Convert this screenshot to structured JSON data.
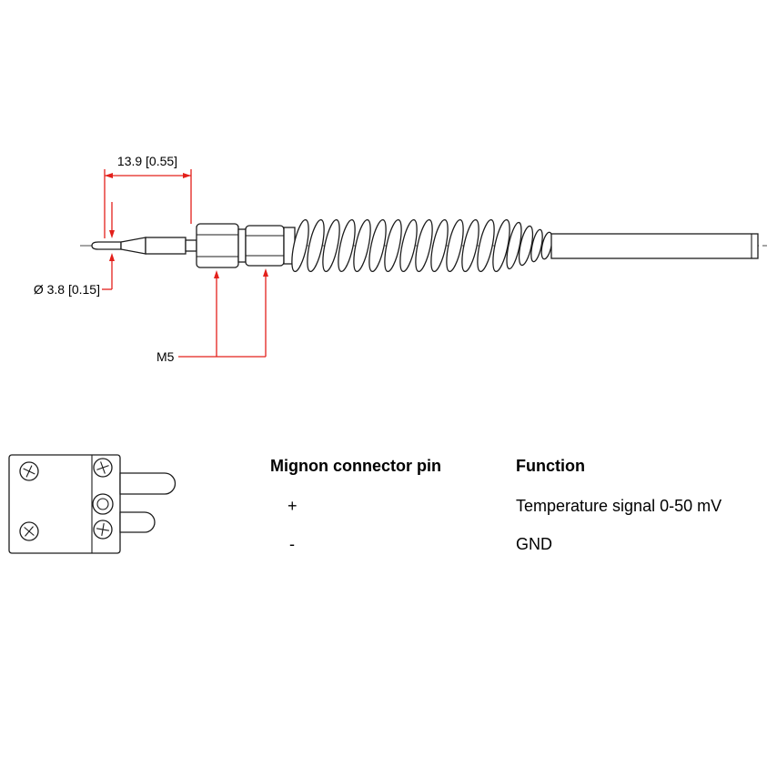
{
  "drawing": {
    "length_dimension": "13.9 [0.55]",
    "diameter_dimension": "Ø 3.8 [0.15]",
    "thread_label": "M5"
  },
  "pin_table": {
    "headers": {
      "pin": "Mignon connector pin",
      "function": "Function"
    },
    "rows": [
      {
        "pin": "+",
        "function": "Temperature signal 0-50 mV"
      },
      {
        "pin": "-",
        "function": "GND"
      }
    ]
  },
  "colors": {
    "dim-red": "#e3201b",
    "ink": "#1c1c1c"
  }
}
